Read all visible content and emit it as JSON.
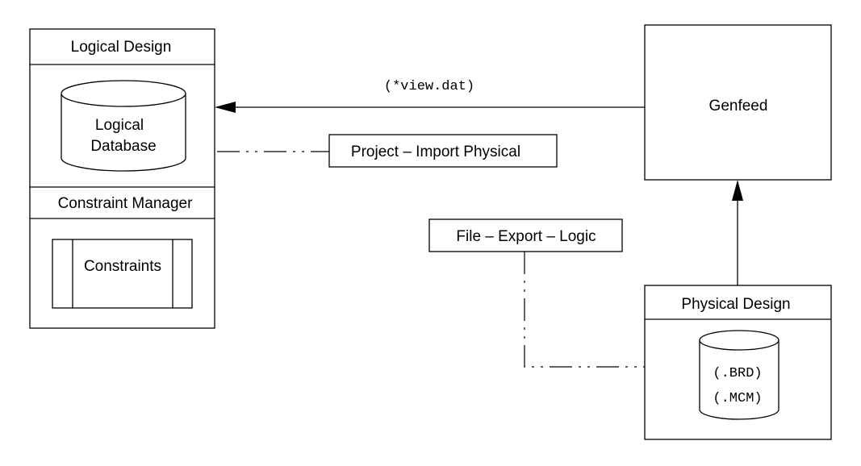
{
  "logical_design": {
    "title": "Logical Design",
    "database_line1": "Logical",
    "database_line2": "Database",
    "constraint_manager": "Constraint Manager",
    "constraints": "Constraints"
  },
  "genfeed": {
    "label": "Genfeed"
  },
  "physical_design": {
    "title": "Physical Design",
    "format_brd": "(.BRD)",
    "format_mcm": "(.MCM)"
  },
  "connections": {
    "view_file": "(*view.dat)",
    "import_physical": "Project – Import Physical",
    "export_logic": "File – Export – Logic"
  }
}
